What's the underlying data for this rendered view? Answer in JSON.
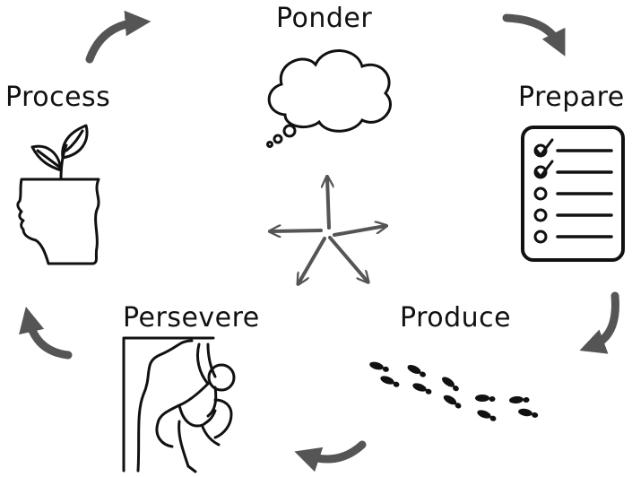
{
  "stages": [
    {
      "id": "ponder",
      "label": "Ponder",
      "icon": "thought-cloud-icon"
    },
    {
      "id": "prepare",
      "label": "Prepare",
      "icon": "checklist-icon"
    },
    {
      "id": "produce",
      "label": "Produce",
      "icon": "footprints-icon"
    },
    {
      "id": "persevere",
      "label": "Persevere",
      "icon": "rock-climber-icon"
    },
    {
      "id": "process",
      "label": "Process",
      "icon": "head-with-sprout-icon"
    }
  ],
  "colors": {
    "arrow": "#555555",
    "line": "#111111",
    "background": "#ffffff"
  }
}
